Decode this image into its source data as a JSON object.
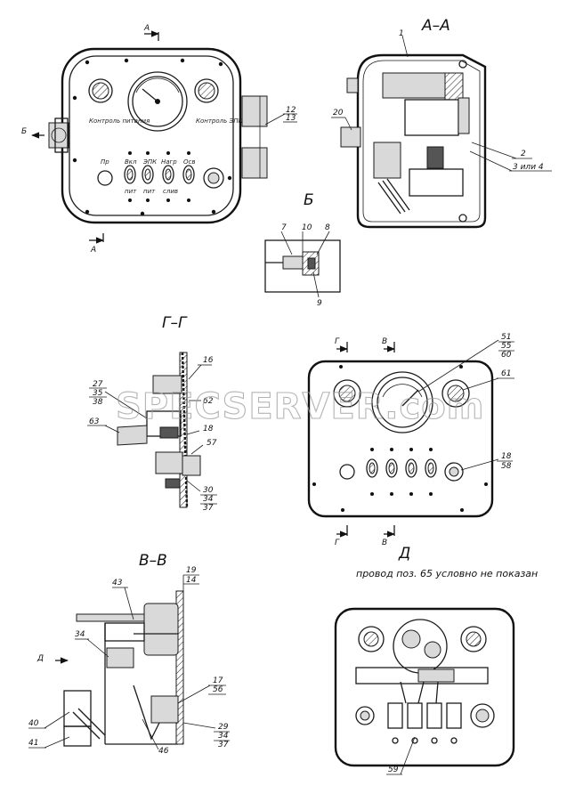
{
  "watermark": "SPECSERVER.com",
  "views": {
    "main": {
      "section_marks": [
        "А",
        "А",
        "Б"
      ],
      "panel_labels": [
        "Контроль питания",
        "Контроль ЭПК"
      ],
      "switch_labels_top": [
        "Пр",
        "Вкл",
        "ЭПК",
        "Нагр",
        "Осв"
      ],
      "switch_labels_bottom": [
        "пит",
        "пит",
        "слив"
      ],
      "callouts": [
        "12",
        "13"
      ]
    },
    "section_aa": {
      "title": "А–А",
      "callouts": [
        "1",
        "20",
        "2",
        "3 или 4"
      ]
    },
    "view_b": {
      "title": "Б",
      "callouts": [
        "7",
        "10",
        "8",
        "9"
      ]
    },
    "section_gg": {
      "title": "Г–Г",
      "callouts": [
        "16",
        "62",
        "27",
        "35",
        "38",
        "63",
        "18",
        "57",
        "30",
        "34",
        "37"
      ]
    },
    "front": {
      "section_marks": [
        "Г",
        "В",
        "Г",
        "В"
      ],
      "callouts": [
        "51",
        "55",
        "60",
        "61",
        "18",
        "58"
      ]
    },
    "section_vv": {
      "title": "В–В",
      "callouts": [
        "19",
        "14",
        "43",
        "34",
        "17",
        "56",
        "40",
        "41",
        "46",
        "29",
        "34",
        "37"
      ],
      "arrow_mark": "Д"
    },
    "view_d": {
      "title": "Д",
      "note": "провод поз. 65 условно не показан",
      "callouts": [
        "59"
      ]
    }
  }
}
